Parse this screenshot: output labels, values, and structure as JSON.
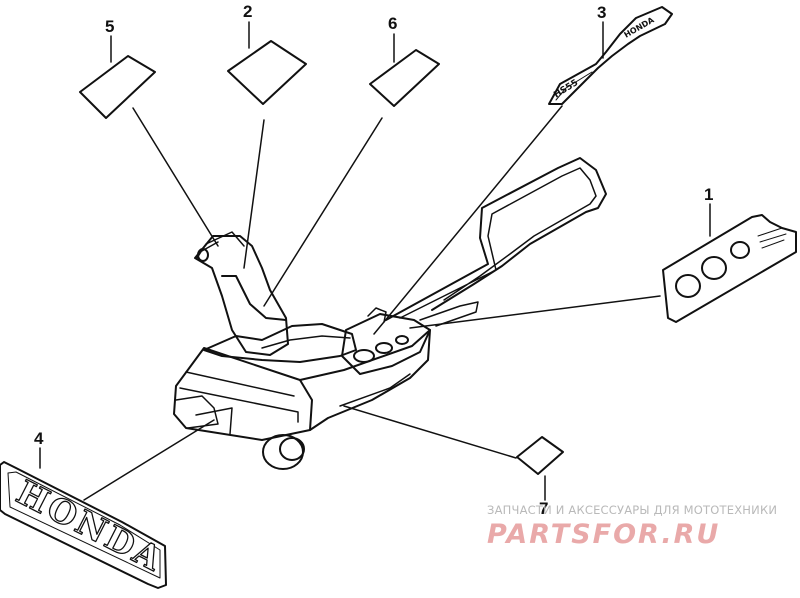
{
  "diagram": {
    "callouts": [
      {
        "id": "1",
        "label": "1"
      },
      {
        "id": "2",
        "label": "2"
      },
      {
        "id": "3",
        "label": "3"
      },
      {
        "id": "4",
        "label": "4"
      },
      {
        "id": "5",
        "label": "5"
      },
      {
        "id": "6",
        "label": "6"
      },
      {
        "id": "7",
        "label": "7"
      }
    ],
    "decal_texts": {
      "brand_plate": "HONDA",
      "handle_model": "HS55",
      "handle_brand": "HONDA"
    },
    "line_color": "#111111"
  },
  "watermark": {
    "caption": "ЗАПЧАСТИ И АКСЕССУАРЫ ДЛЯ МОТОТЕХНИКИ",
    "logo": "PARTSFOR.RU",
    "caption_color": "#b9b9b9",
    "logo_color": "#e9a9a9"
  }
}
